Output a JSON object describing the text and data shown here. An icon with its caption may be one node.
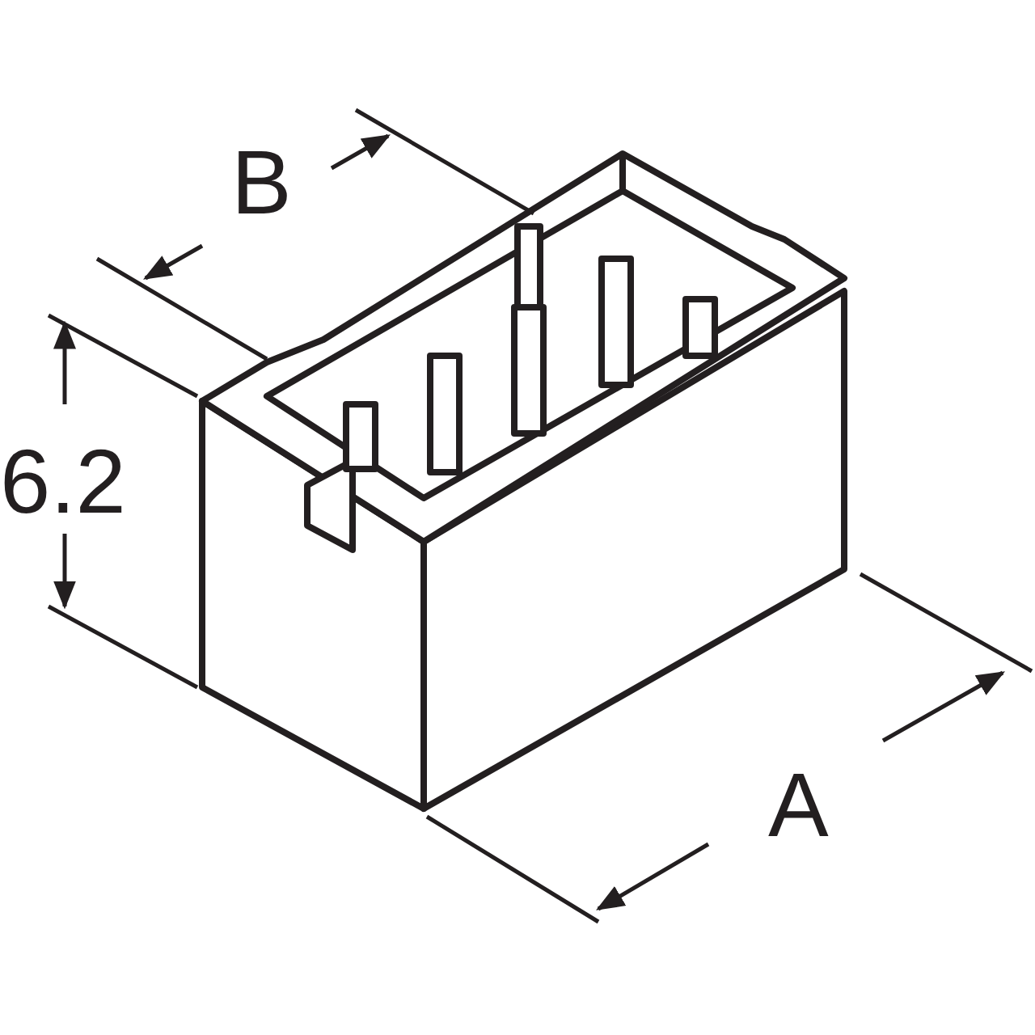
{
  "diagram": {
    "labels": [
      "B",
      "6.2",
      "A"
    ]
  }
}
